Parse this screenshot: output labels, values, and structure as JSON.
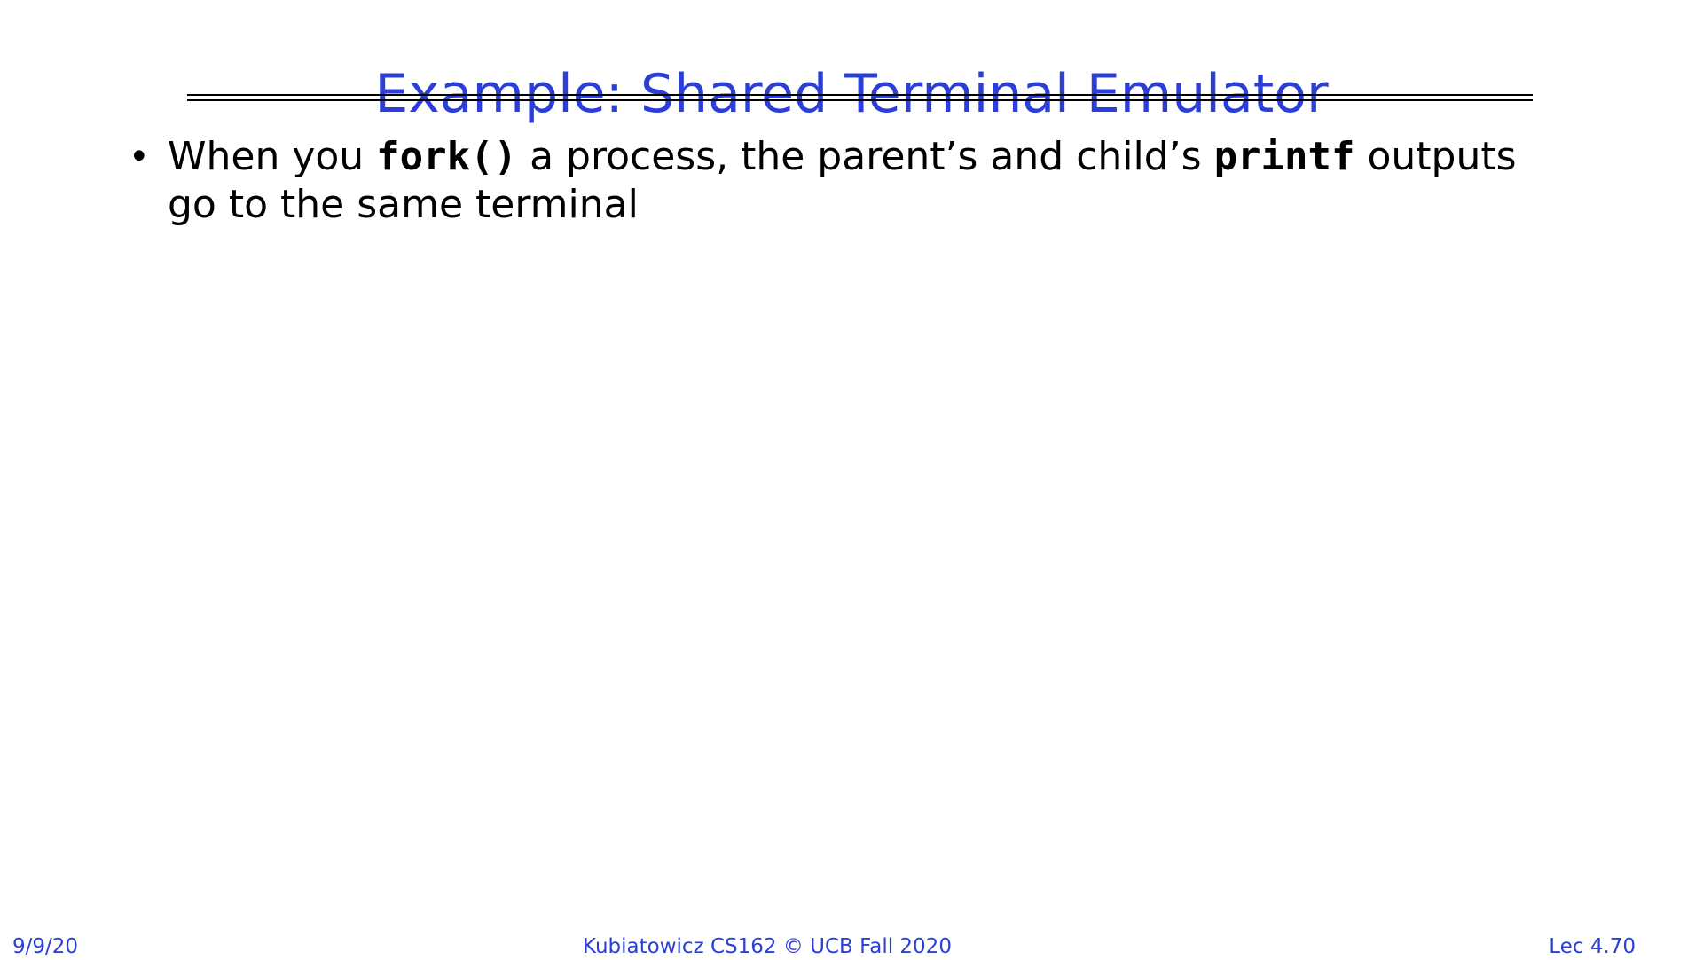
{
  "slide": {
    "title": "Example: Shared Terminal Emulator",
    "bullets": [
      {
        "marker": "•",
        "text_1": "When you ",
        "code_1": "fork()",
        "text_2": " a process, the parent’s and child’s ",
        "code_2": "printf",
        "text_3": " outputs go to the same terminal"
      }
    ]
  },
  "footer": {
    "date": "9/9/20",
    "center": "Kubiatowicz CS162 © UCB Fall 2020",
    "page": "Lec 4.70"
  },
  "colors": {
    "title": "#2b3fd6",
    "footer": "#2b3fd6",
    "text": "#000000",
    "background": "#ffffff"
  }
}
